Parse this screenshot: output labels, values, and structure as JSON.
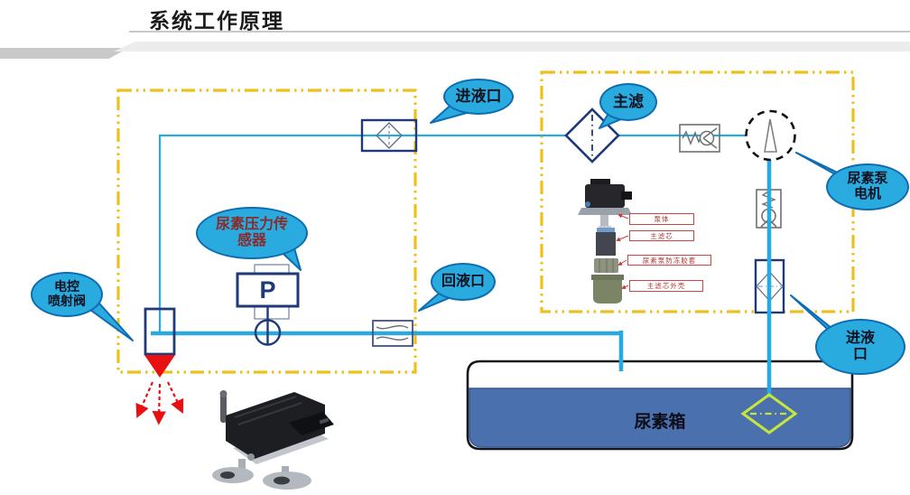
{
  "title": "系统工作原理",
  "callouts": {
    "inlet_top": "进液口",
    "main_filter": "主滤",
    "pump_motor": "尿素泵\n电机",
    "pressure_sensor": "尿素压力传\n感器",
    "injector_valve": "电控\n喷射阀",
    "return_port": "回液口",
    "tank_inlet": "进液\n口"
  },
  "sensor": {
    "symbol": "P"
  },
  "tank": {
    "label": "尿素箱"
  },
  "pump_exploded": {
    "labels": [
      "泵体",
      "主滤芯",
      "尿素泵防冻胶套",
      "主滤芯外壳"
    ]
  },
  "colors": {
    "box-yellow": "#eec01e",
    "line-blue": "#2aa9e0",
    "navy": "#1e3a78",
    "bubble-fill": "#2aabdf",
    "bubble-border": "#0d6cb2",
    "tank-fill": "#4a70ad",
    "accent-red": "#e81010",
    "filter-green": "#c6e63c"
  }
}
